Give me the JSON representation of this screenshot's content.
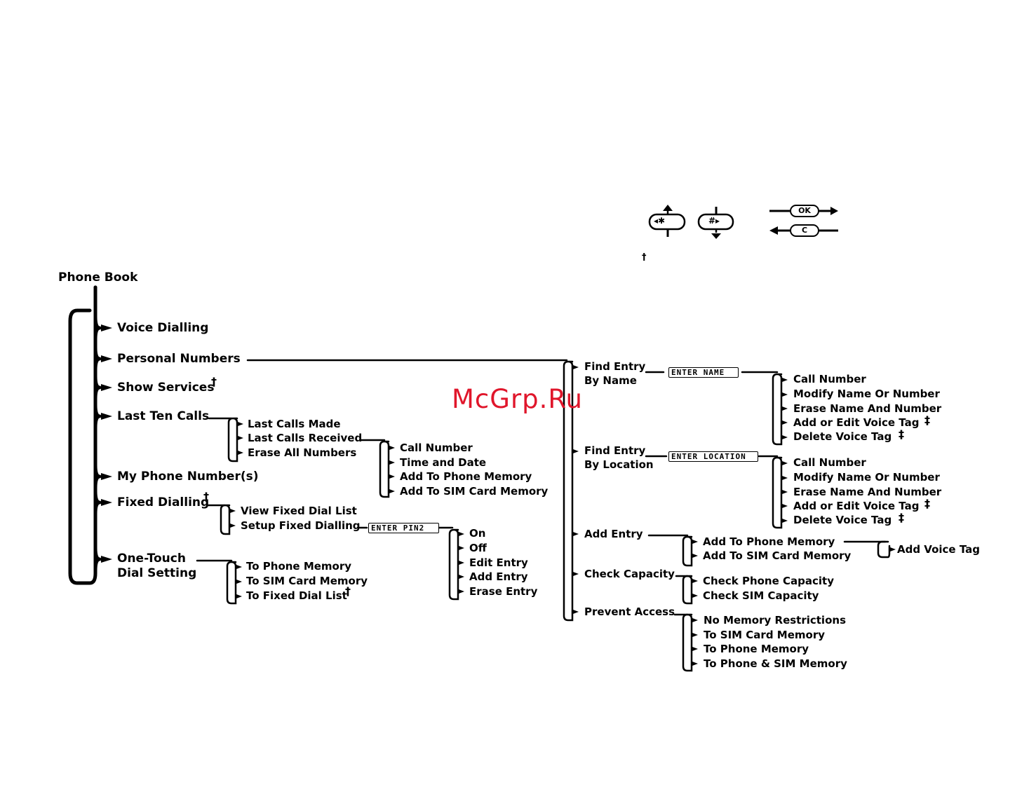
{
  "root": "Phone Book",
  "level1": {
    "voice_dialling": "Voice Dialling",
    "personal_numbers": "Personal Numbers",
    "show_services": "Show Services",
    "last_ten_calls": "Last Ten Calls",
    "my_phone_numbers": "My Phone Number(s)",
    "fixed_dialling": "Fixed Dialling",
    "one_touch_line1": "One-Touch",
    "one_touch_line2": "Dial Setting"
  },
  "last_ten_calls": {
    "items": [
      "Last Calls Made",
      "Last Calls Received",
      "Erase All Numbers"
    ],
    "options": [
      "Call Number",
      "Time and Date",
      "Add To Phone Memory",
      "Add To SIM Card Memory"
    ]
  },
  "fixed_dialling": {
    "items": [
      "View Fixed Dial List",
      "Setup Fixed Dialling"
    ],
    "pin_box": "ENTER PIN2",
    "options": [
      "On",
      "Off",
      "Edit Entry",
      "Add Entry",
      "Erase Entry"
    ]
  },
  "one_touch": {
    "items": [
      "To Phone Memory",
      "To SIM Card Memory",
      "To Fixed Dial List"
    ]
  },
  "personal_numbers": {
    "find_by_name": {
      "line1": "Find Entry",
      "line2": "By Name",
      "box": "ENTER NAME",
      "options": [
        "Call Number",
        "Modify Name Or Number",
        "Erase Name And Number",
        "Add or Edit Voice Tag",
        "Delete Voice Tag"
      ]
    },
    "find_by_location": {
      "line1": "Find Entry",
      "line2": "By Location",
      "box": "ENTER LOCATION",
      "options": [
        "Call Number",
        "Modify Name Or Number",
        "Erase Name And Number",
        "Add or Edit Voice Tag",
        "Delete Voice Tag"
      ]
    },
    "add_entry": {
      "label": "Add Entry",
      "options": [
        "Add To Phone Memory",
        "Add To SIM Card Memory"
      ],
      "voice_tag": "Add Voice Tag"
    },
    "check_capacity": {
      "label": "Check Capacity",
      "options": [
        "Check Phone Capacity",
        "Check SIM Capacity"
      ]
    },
    "prevent_access": {
      "label": "Prevent Access",
      "options": [
        "No Memory Restrictions",
        "To SIM Card Memory",
        "To Phone Memory",
        "To Phone & SIM Memory"
      ]
    }
  },
  "legend": {
    "ok_key": "OK",
    "c_key": "C",
    "star_key": "◂✱",
    "hash_key": "#▸",
    "dagger": "†"
  },
  "marks": {
    "dagger": "†",
    "double_dagger": "‡"
  },
  "watermark": "McGrp.Ru"
}
